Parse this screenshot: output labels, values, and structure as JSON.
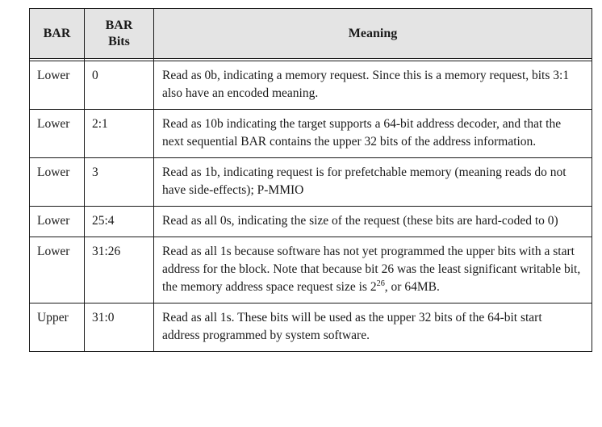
{
  "table": {
    "columns": [
      {
        "key": "bar",
        "label": "BAR"
      },
      {
        "key": "bits",
        "label": "BAR\nBits",
        "label_line1": "BAR",
        "label_line2": "Bits"
      },
      {
        "key": "meaning",
        "label": "Meaning"
      }
    ],
    "header_background": "#e4e4e4",
    "border_color": "#1a1a1a",
    "rows": [
      {
        "bar": "Lower",
        "bits": "0",
        "meaning": "Read as 0b, indicating a memory request. Since this is a memory request, bits 3:1 also have an encoded meaning."
      },
      {
        "bar": "Lower",
        "bits": "2:1",
        "meaning": "Read as 10b indicating the target supports a 64-bit address decoder, and that the next sequential BAR contains the upper 32 bits of the address information."
      },
      {
        "bar": "Lower",
        "bits": "3",
        "meaning": "Read as 1b, indicating request is for prefetchable memory (meaning reads do not have side-effects); P-MMIO"
      },
      {
        "bar": "Lower",
        "bits": "25:4",
        "meaning": "Read as all 0s, indicating the size of the request (these bits are hard-coded to 0)"
      },
      {
        "bar": "Lower",
        "bits": "31:26",
        "meaning_part1": "Read as all 1s because software has not yet programmed the upper bits with a start address for the block. Note that because bit 26 was the least significant writable bit, the memory address space request size is 2",
        "meaning_superscript": "26",
        "meaning_part2": ", or 64MB."
      },
      {
        "bar": "Upper",
        "bits": "31:0",
        "meaning": "Read as all 1s. These bits will be used as the upper 32 bits of the 64-bit start address programmed by system software."
      }
    ]
  }
}
